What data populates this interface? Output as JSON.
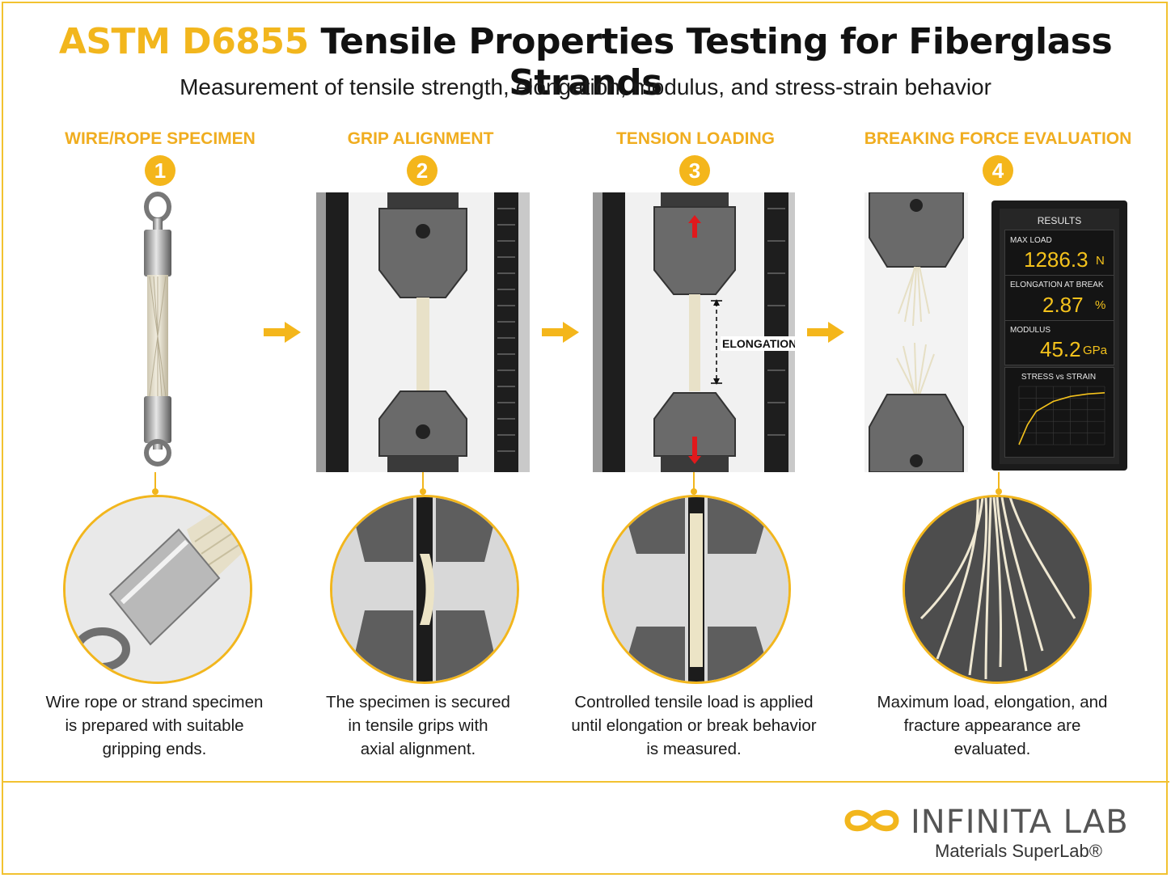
{
  "header": {
    "title_accent": "ASTM D6855",
    "title_rest": "Tensile Properties Testing for Fiberglass Strands",
    "subtitle": "Measurement of tensile strength, elongation, modulus, and stress-strain behavior"
  },
  "steps": [
    {
      "number": "1",
      "title": "WIRE/ROPE SPECIMEN",
      "description_lines": [
        "Wire rope or strand specimen",
        "is prepared with suitable",
        "gripping ends."
      ]
    },
    {
      "number": "2",
      "title": "GRIP ALIGNMENT",
      "description_lines": [
        "The specimen is secured",
        "in tensile grips with",
        "axial alignment."
      ]
    },
    {
      "number": "3",
      "title": "TENSION LOADING",
      "description_lines": [
        "Controlled tensile load is applied",
        "until elongation or break behavior",
        "is measured."
      ],
      "annotation": "ELONGATION"
    },
    {
      "number": "4",
      "title": "BREAKING FORCE EVALUATION",
      "description_lines": [
        "Maximum load, elongation, and",
        "fracture appearance are",
        "evaluated."
      ]
    }
  ],
  "results": {
    "title": "RESULTS",
    "max_load_label": "MAX LOAD",
    "max_load_value": "1286.3",
    "max_load_unit": "N",
    "elongation_label": "ELONGATION AT BREAK",
    "elongation_value": "2.87",
    "elongation_unit": "%",
    "modulus_label": "MODULUS",
    "modulus_value": "45.2",
    "modulus_unit": "GPa",
    "chart_title": "STRESS vs STRAIN"
  },
  "chart_data": {
    "type": "line",
    "title": "STRESS vs STRAIN",
    "xlabel": "",
    "ylabel": "",
    "x": [
      0,
      5,
      10,
      20,
      30,
      40,
      50
    ],
    "series": [
      {
        "values": [
          0,
          120,
          200,
          260,
          290,
          305,
          312
        ]
      }
    ],
    "grid": true
  },
  "colors": {
    "accent": "#f2b61d",
    "title_accent": "#f2b61d",
    "screen_value": "#f4c21c",
    "arrow_red": "#e0191c"
  },
  "logo": {
    "name": "INFINITA LAB",
    "tagline": "Materials SuperLab®",
    "icon": "infinity-icon"
  }
}
